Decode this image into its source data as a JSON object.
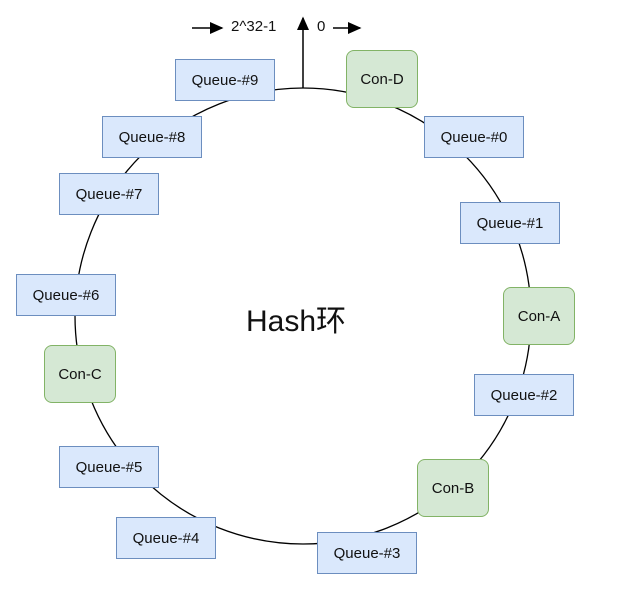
{
  "diagram": {
    "title": "Hash环",
    "top_left_label": "2^32-1",
    "top_right_label": "0",
    "nodes": [
      {
        "id": "q9",
        "label": "Queue-#9",
        "kind": "queue"
      },
      {
        "id": "cd",
        "label": "Con-D",
        "kind": "consumer"
      },
      {
        "id": "q0",
        "label": "Queue-#0",
        "kind": "queue"
      },
      {
        "id": "q1",
        "label": "Queue-#1",
        "kind": "queue"
      },
      {
        "id": "ca",
        "label": "Con-A",
        "kind": "consumer"
      },
      {
        "id": "q2",
        "label": "Queue-#2",
        "kind": "queue"
      },
      {
        "id": "cb",
        "label": "Con-B",
        "kind": "consumer"
      },
      {
        "id": "q3",
        "label": "Queue-#3",
        "kind": "queue"
      },
      {
        "id": "q4",
        "label": "Queue-#4",
        "kind": "queue"
      },
      {
        "id": "q5",
        "label": "Queue-#5",
        "kind": "queue"
      },
      {
        "id": "cc",
        "label": "Con-C",
        "kind": "consumer"
      },
      {
        "id": "q6",
        "label": "Queue-#6",
        "kind": "queue"
      },
      {
        "id": "q7",
        "label": "Queue-#7",
        "kind": "queue"
      },
      {
        "id": "q8",
        "label": "Queue-#8",
        "kind": "queue"
      }
    ],
    "colors": {
      "queue_fill": "#dae8fc",
      "queue_border": "#6c8ebf",
      "consumer_fill": "#d5e8d4",
      "consumer_border": "#82b366",
      "ring": "#000000"
    }
  }
}
